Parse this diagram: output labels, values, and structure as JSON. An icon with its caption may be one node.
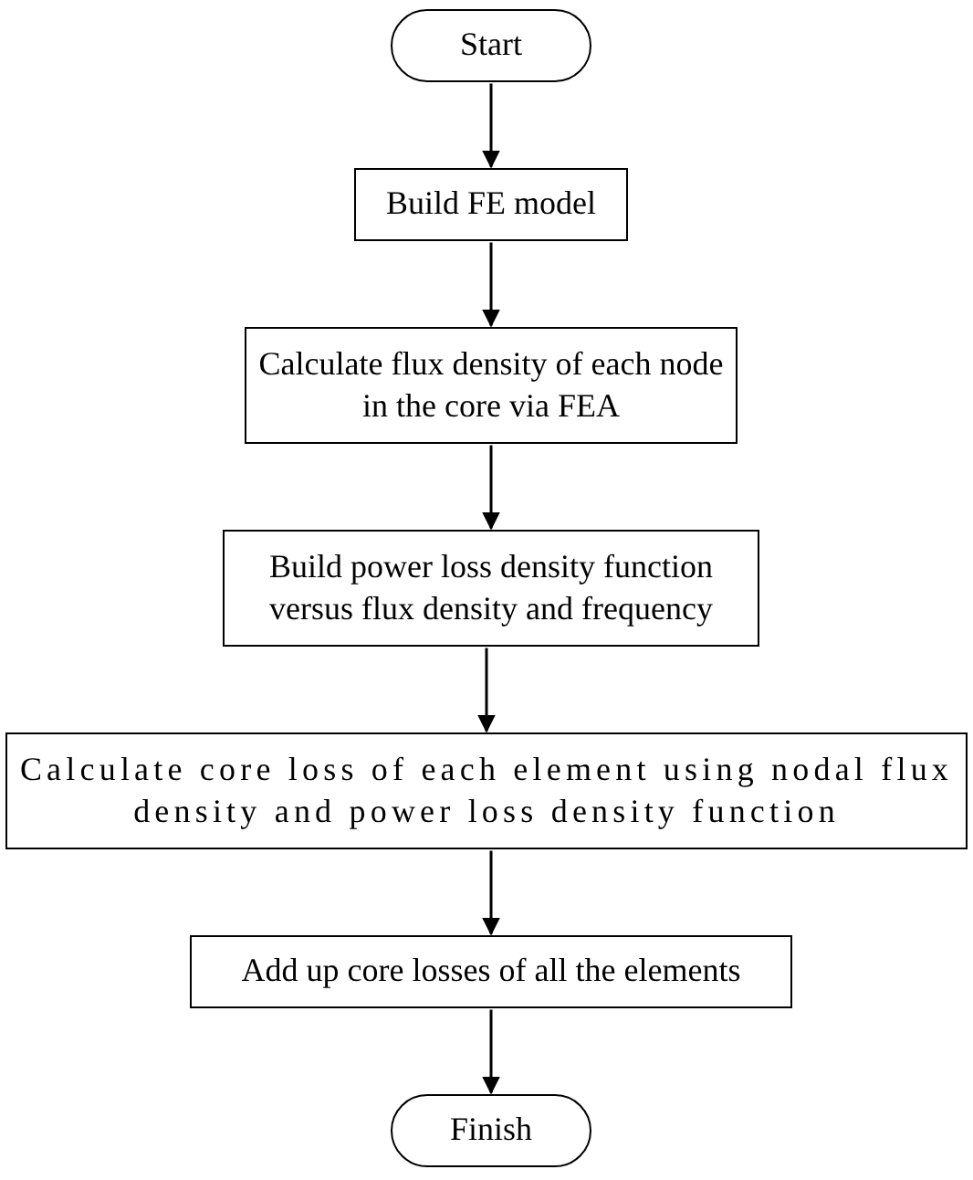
{
  "diagram": {
    "nodes": [
      {
        "text": [
          "Start"
        ]
      },
      {
        "text": [
          "Build FE model"
        ]
      },
      {
        "text": [
          "Calculate flux density of each node in the core via FEA"
        ]
      },
      {
        "text": [
          "Build power loss density function versus flux density and frequency"
        ]
      },
      {
        "text": [
          "Calculate core loss of each element using nodal flux density and power loss density function"
        ]
      },
      {
        "text": [
          "Add up core losses of all the elements"
        ]
      },
      {
        "text": [
          "Finish"
        ]
      }
    ],
    "edges": [
      {
        "from": 0,
        "to": 1,
        "arrow": "to"
      },
      {
        "from": 1,
        "to": 2,
        "arrow": "to"
      },
      {
        "from": 2,
        "to": 3,
        "arrow": "to"
      },
      {
        "from": 3,
        "to": 4,
        "arrow": "to"
      },
      {
        "from": 4,
        "to": 5,
        "arrow": "to"
      },
      {
        "from": 5,
        "to": 6,
        "arrow": "to"
      }
    ]
  }
}
